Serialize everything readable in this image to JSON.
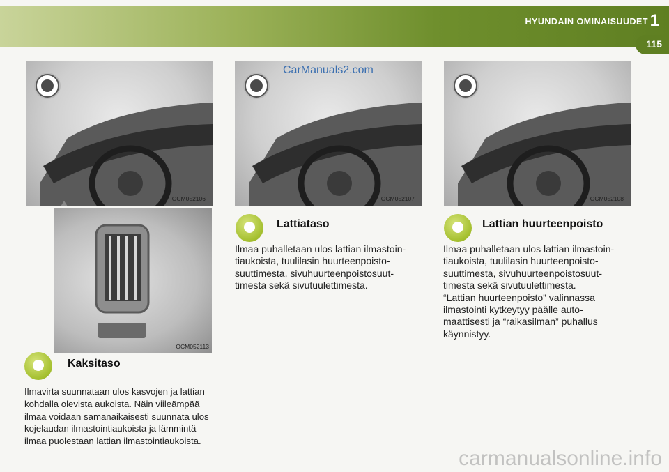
{
  "header": {
    "chapter_title": "HYUNDAIN OMINAISUUDET",
    "chapter_number": "1",
    "page_number": "115"
  },
  "watermark": "CarManuals2.com",
  "site_watermark": "carmanualsonline.info",
  "images": {
    "img1_code": "OCM052106",
    "img2_code": "OCM052107",
    "img3_code": "OCM052108",
    "img4_code": "OCM052113"
  },
  "sections": {
    "kaksitaso": {
      "heading": "Kaksitaso",
      "body": "Ilmavirta suunnataan ulos kasvojen ja lattian\nkohdalla olevista aukoista. Näin viileämpää\nilmaa voidaan samanaikaisesti suunnata ulos\nkojelaudan ilmastointiaukoista ja lämmintä\nilmaa puolestaan lattian ilmastointiaukoista."
    },
    "lattiataso": {
      "heading": "Lattiataso",
      "body": "Ilmaa puhalletaan ulos lattian ilmastoin-\ntiaukoista, tuulilasin huurteenpoisto-\nsuuttimesta, sivuhuurteenpoistosuut-\ntimesta sekä sivutuulettimesta."
    },
    "lattian_huurteenpoisto": {
      "heading": "Lattian huurteenpoisto",
      "body": "Ilmaa puhalletaan ulos lattian ilmastoin-\ntiaukoista, tuulilasin huurteenpoisto-\nsuuttimesta, sivuhuurteenpoistosuut-\ntimesta sekä sivutuulettimesta.\n“Lattian huurteenpoisto” valinnassa\nilmastointi kytkeytyy päälle auto-\nmaattisesti ja “raikasilman” puhallus\nkäynnistyy."
    }
  }
}
